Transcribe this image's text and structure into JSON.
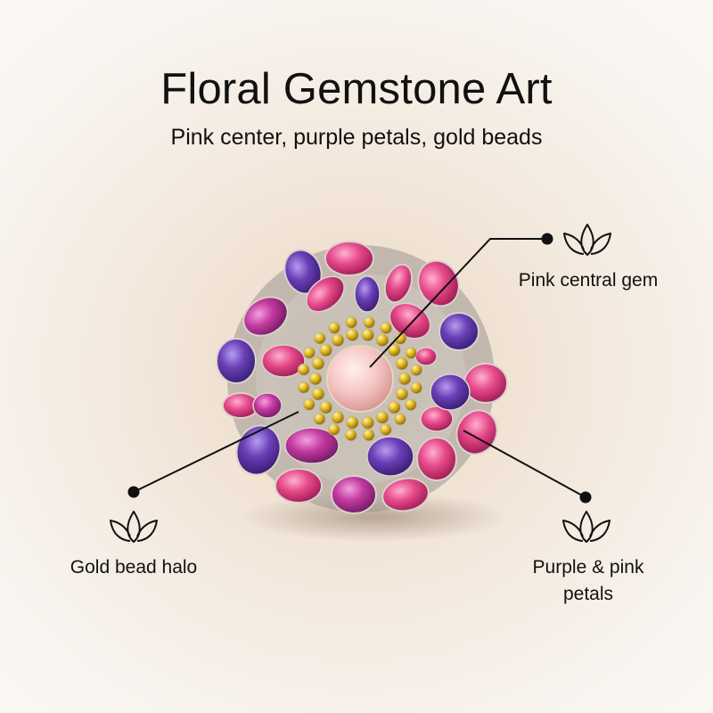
{
  "header": {
    "title": "Floral Gemstone Art",
    "subtitle": "Pink center, purple petals, gold beads"
  },
  "callouts": [
    {
      "label": "Pink central gem",
      "icon": "lotus-icon"
    },
    {
      "label": "Gold bead halo",
      "icon": "lotus-icon"
    },
    {
      "label": "Purple & pink petals",
      "icon": "lotus-icon"
    }
  ],
  "colors": {
    "pink_gem": "#e0447f",
    "purple_gem": "#6a3fb6",
    "gold_bead": "#e0b81f",
    "center_pearl": "#f6c7c4",
    "metal": "#b8b2ad"
  }
}
